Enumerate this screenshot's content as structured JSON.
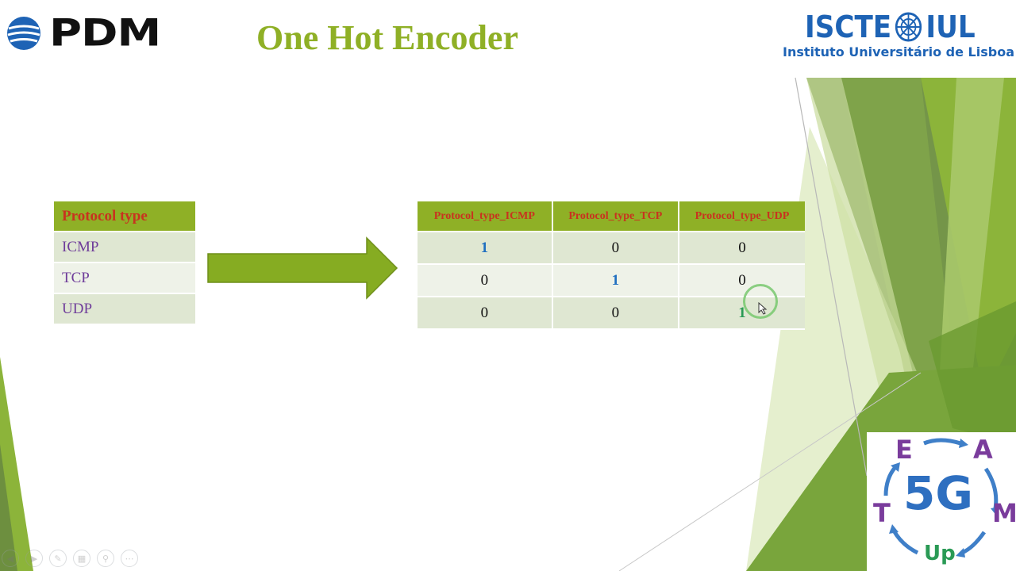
{
  "title": "One Hot Encoder",
  "logos": {
    "pdm": "PDM",
    "iscte_left": "ISCTE",
    "iscte_right": "IUL",
    "iscte_subtitle": "Instituto Universitário de Lisboa",
    "team_e": "E",
    "team_a": "A",
    "team_t": "T",
    "team_m": "M",
    "team_5g": "5G",
    "team_up": "Up"
  },
  "input_table": {
    "header": "Protocol type",
    "rows": [
      "ICMP",
      "TCP",
      "UDP"
    ]
  },
  "output_table": {
    "headers": [
      "Protocol_type_ICMP",
      "Protocol_type_TCP",
      "Protocol_type_UDP"
    ],
    "rows": [
      [
        "1",
        "0",
        "0"
      ],
      [
        "0",
        "1",
        "0"
      ],
      [
        "0",
        "0",
        "1"
      ]
    ]
  },
  "colors": {
    "accent_green": "#8fb026",
    "header_text": "#c8331f",
    "label_purple": "#6f3d9a",
    "hot_blue": "#1f6fc0",
    "hot_green": "#2a9a55"
  },
  "icons": {
    "toolbar": [
      "prev-icon",
      "next-icon",
      "pen-icon",
      "slides-icon",
      "zoom-icon",
      "more-icon"
    ]
  }
}
